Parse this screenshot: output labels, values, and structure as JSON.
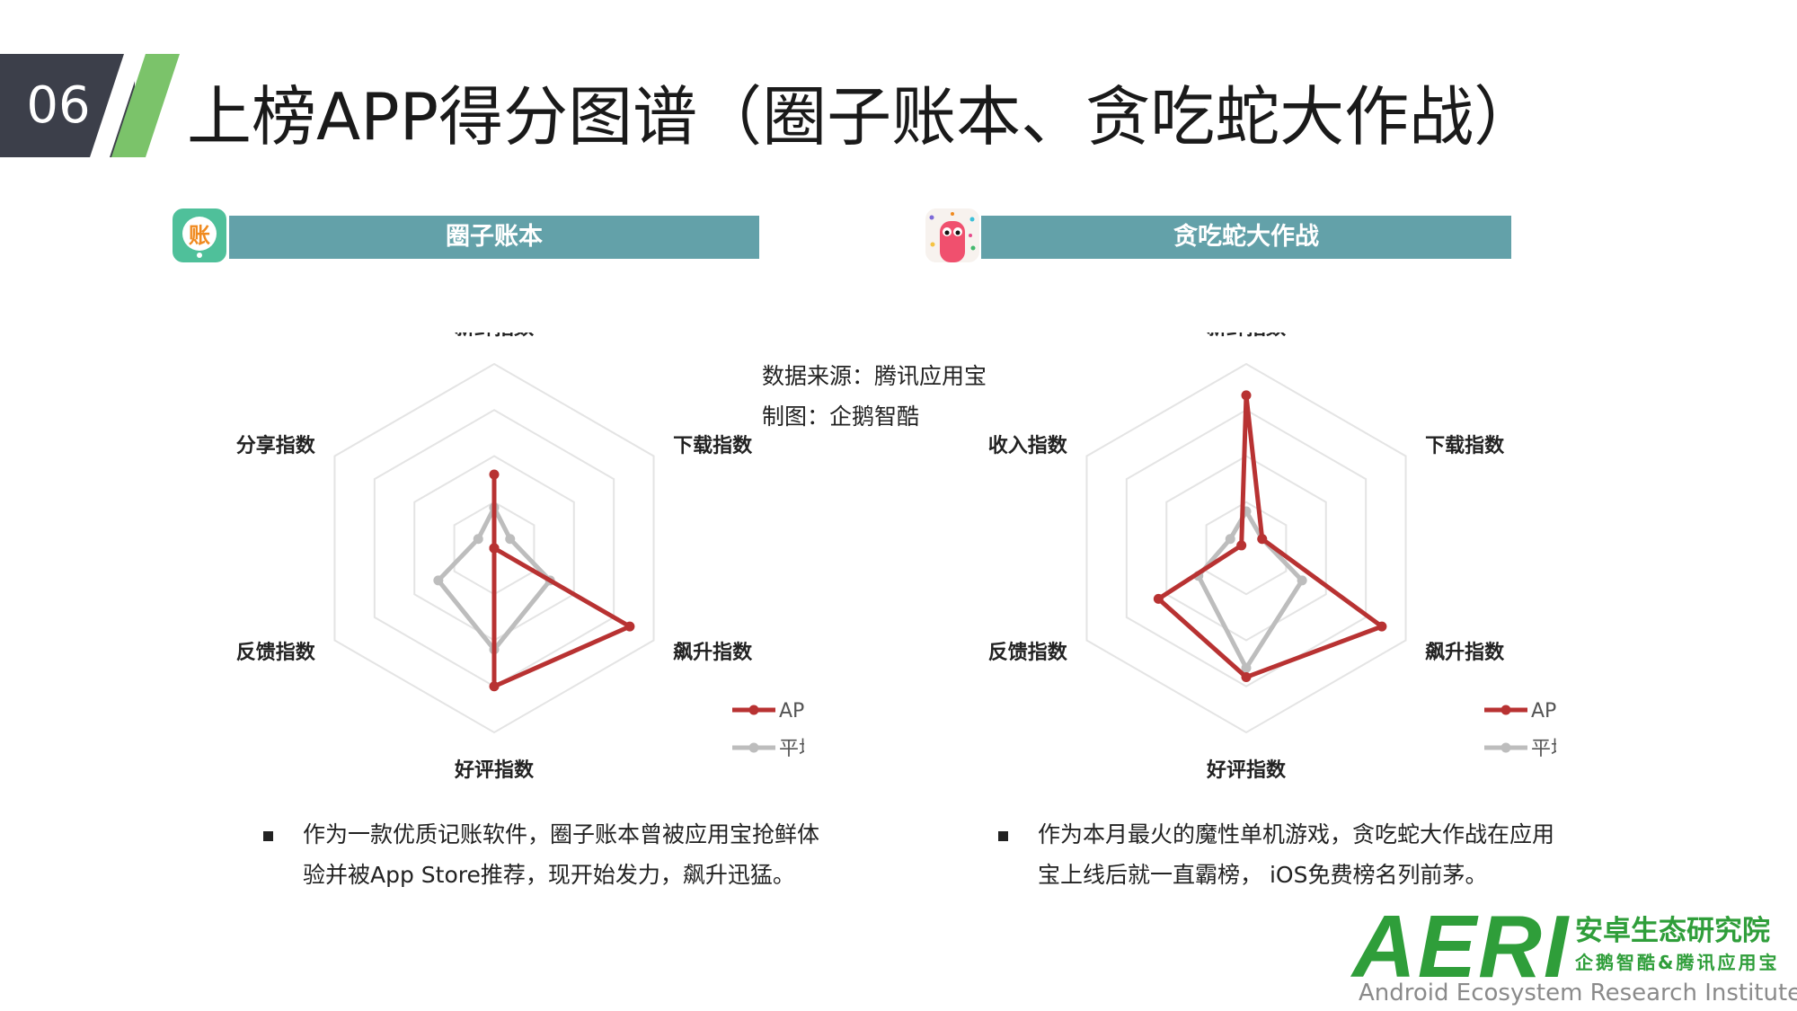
{
  "header": {
    "number": "06",
    "title": "上榜APP得分图谱（圈子账本、贪吃蛇大作战）",
    "accent_color": "#7bc36a"
  },
  "source": {
    "line1": "数据来源：腾讯应用宝",
    "line2": "制图：企鹅智酷"
  },
  "apps": [
    {
      "name": "圈子账本",
      "icon_text": "账",
      "icon_name": "ledger-app-icon",
      "description_line1": "作为一款优质记账软件，圈子账本曾被应用宝抢鲜体",
      "description_line2": "验并被App Store推荐，现开始发力，飙升迅猛。"
    },
    {
      "name": "贪吃蛇大作战",
      "icon_name": "snake-game-icon",
      "description_line1": "作为本月最火的魔性单机游戏，贪吃蛇大作战在应用",
      "description_line2": "宝上线后就一直霸榜， iOS免费榜名列前茅。"
    }
  ],
  "chart_data": [
    {
      "type": "radar",
      "axes": [
        "新鲜指数",
        "下载指数",
        "飙升指数",
        "好评指数",
        "反馈指数",
        "分享指数"
      ],
      "range": [
        0,
        1
      ],
      "series": [
        {
          "name": "APP表现",
          "color": "#b83232",
          "values": [
            0.4,
            0.0,
            0.85,
            0.75,
            0.0,
            0.0
          ]
        },
        {
          "name": "平均水平",
          "color": "#bdbdbd",
          "values": [
            0.22,
            0.1,
            0.35,
            0.55,
            0.35,
            0.1
          ]
        }
      ]
    },
    {
      "type": "radar",
      "axes": [
        "新鲜指数",
        "下载指数",
        "飙升指数",
        "好评指数",
        "反馈指数",
        "收入指数"
      ],
      "range": [
        0,
        1
      ],
      "series": [
        {
          "name": "APP表现",
          "color": "#b83232",
          "values": [
            0.83,
            0.1,
            0.85,
            0.7,
            0.55,
            0.03
          ]
        },
        {
          "name": "平均水平",
          "color": "#bdbdbd",
          "values": [
            0.2,
            0.1,
            0.35,
            0.65,
            0.3,
            0.1
          ]
        }
      ]
    }
  ],
  "logo": {
    "brand": "AERI",
    "name_cn": "安卓生态研究院",
    "sub_cn": "企鹅智酷&腾讯应用宝",
    "name_en": "Android Ecosystem Research Institute",
    "color": "#2f9e3a"
  }
}
